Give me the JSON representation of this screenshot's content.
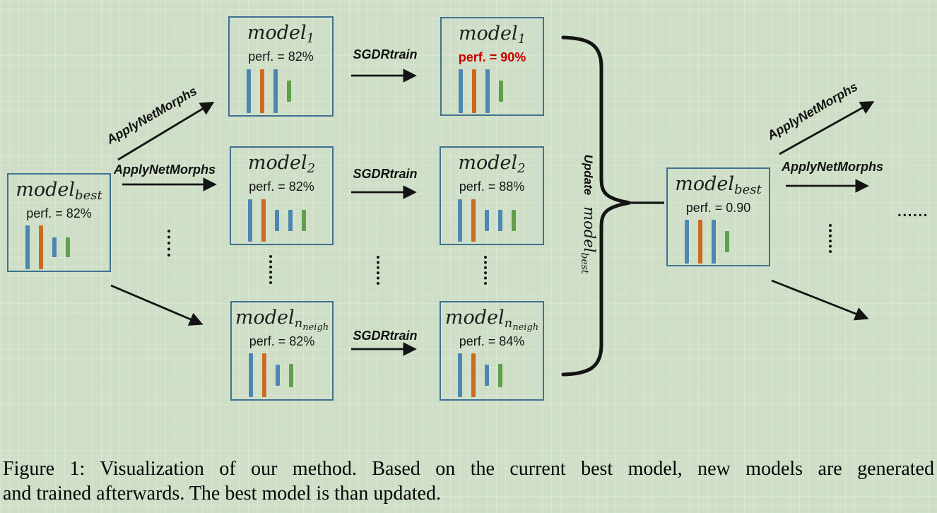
{
  "palette": {
    "background": "#cfdfc7",
    "box_border": "#3f7191",
    "bar_blue": "#4e86b2",
    "bar_orange": "#cb6a21",
    "bar_green": "#5fa048",
    "perf_red": "#c80000"
  },
  "arrows": {
    "apply_net_morphs": "ApplyNetMorphs",
    "sgdr_train": "SGDRtrain"
  },
  "brace": {
    "update": "Update",
    "model_main": "model",
    "model_sub": "best"
  },
  "ellipsis": "......",
  "boxes": [
    {
      "title_main": "model",
      "title_sub": "best",
      "perf": "perf. = 82%",
      "bars": [
        {
          "c": "blue",
          "h": 62
        },
        {
          "c": "orange",
          "h": 62
        },
        {
          "c": "blue",
          "h": 28
        },
        {
          "c": "green",
          "h": 28
        }
      ]
    },
    {
      "title_main": "model",
      "title_sub": "1",
      "perf": "perf. = 82%",
      "bars": [
        {
          "c": "blue",
          "h": 62
        },
        {
          "c": "orange",
          "h": 62
        },
        {
          "c": "blue",
          "h": 62
        },
        {
          "c": "green",
          "h": 30
        }
      ]
    },
    {
      "title_main": "model",
      "title_sub": "2",
      "perf": "perf. = 82%",
      "bars": [
        {
          "c": "blue",
          "h": 60
        },
        {
          "c": "orange",
          "h": 60
        },
        {
          "c": "blue",
          "h": 30
        },
        {
          "c": "blue",
          "h": 30
        },
        {
          "c": "green",
          "h": 30
        }
      ]
    },
    {
      "title_main": "model",
      "title_sub": "n",
      "title_subsub": "neigh",
      "perf": "perf. = 82%",
      "bars": [
        {
          "c": "blue",
          "h": 62
        },
        {
          "c": "orange",
          "h": 62
        },
        {
          "c": "blue",
          "h": 30
        },
        {
          "c": "green",
          "h": 33
        }
      ]
    },
    {
      "title_main": "model",
      "title_sub": "1",
      "perf": "perf. = 90%",
      "bars": [
        {
          "c": "blue",
          "h": 62
        },
        {
          "c": "orange",
          "h": 62
        },
        {
          "c": "blue",
          "h": 62
        },
        {
          "c": "green",
          "h": 30
        }
      ]
    },
    {
      "title_main": "model",
      "title_sub": "2",
      "perf": "perf. = 88%",
      "bars": [
        {
          "c": "blue",
          "h": 60
        },
        {
          "c": "orange",
          "h": 60
        },
        {
          "c": "blue",
          "h": 30
        },
        {
          "c": "blue",
          "h": 30
        },
        {
          "c": "green",
          "h": 30
        }
      ]
    },
    {
      "title_main": "model",
      "title_sub": "n",
      "title_subsub": "neigh",
      "perf": "perf. = 84%",
      "bars": [
        {
          "c": "blue",
          "h": 62
        },
        {
          "c": "orange",
          "h": 62
        },
        {
          "c": "blue",
          "h": 30
        },
        {
          "c": "green",
          "h": 33
        }
      ]
    },
    {
      "title_main": "model",
      "title_sub": "best",
      "perf": "perf. = 0.90",
      "bars": [
        {
          "c": "blue",
          "h": 62
        },
        {
          "c": "orange",
          "h": 62
        },
        {
          "c": "blue",
          "h": 62
        },
        {
          "c": "green",
          "h": 30
        }
      ]
    }
  ],
  "caption": {
    "line1": "Figure 1: Visualization of our method. Based on the current best model, new models are generated",
    "line2": "and trained afterwards. The best model is than updated."
  }
}
